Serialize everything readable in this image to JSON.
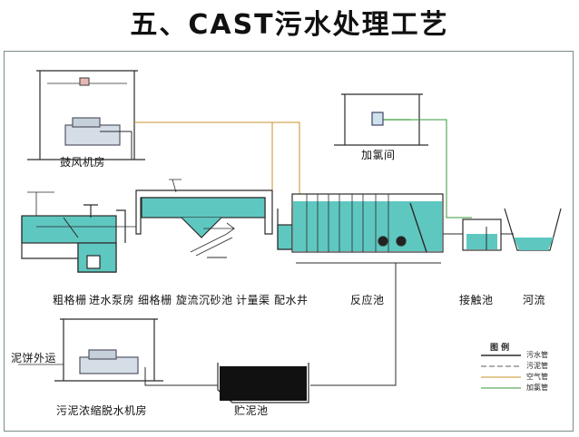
{
  "title": "五、CAST污水处理工艺",
  "labels": {
    "blower_room": "鼓风机房",
    "chlorine_room": "加氯间",
    "coarse_screen": "粗格栅",
    "inlet_pump_room": "进水泵房",
    "fine_screen": "细格栅",
    "grit_chamber": "旋流沉砂池",
    "metering_channel": "计量渠",
    "distribution_well": "配水井",
    "reaction_tank": "反应池",
    "contact_tank": "接触池",
    "river": "河流",
    "cake_transport": "泥饼外运",
    "sludge_room": "污泥浓缩脱水机房",
    "sludge_storage": "贮泥池"
  },
  "legend": {
    "title": "图 例",
    "items": [
      "污水管",
      "污泥管",
      "空气管",
      "加氯管"
    ]
  },
  "colors": {
    "water": "#5ec7c0",
    "water_dark": "#2aa89f",
    "line": "#2b2b2b",
    "air_pipe": "#c8902a",
    "chlorine_pipe": "#3a9a3a",
    "sludge": "#111111",
    "frame": "#7a8b8b"
  }
}
